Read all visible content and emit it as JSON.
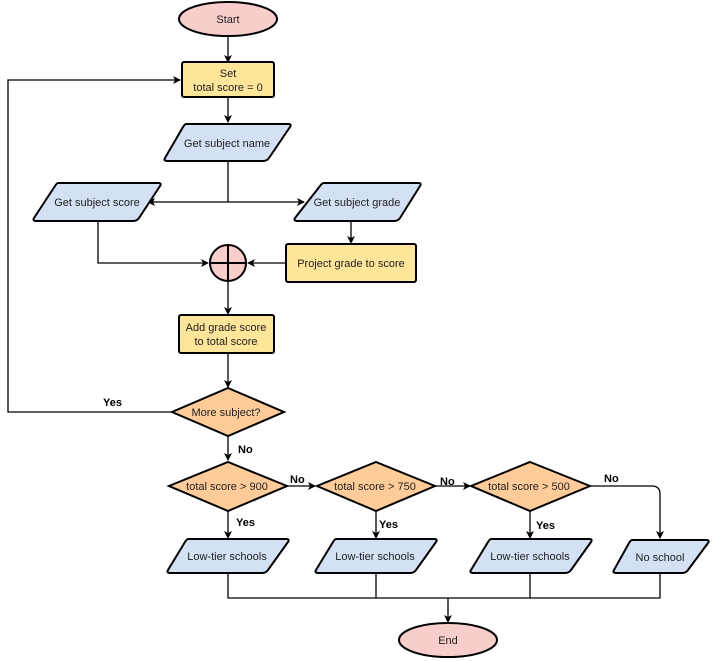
{
  "colors": {
    "terminal": "#f8cecc",
    "process": "#ffe599",
    "io": "#d4e1f5",
    "decision": "#ffcc99",
    "junction": "#f8cecc"
  },
  "nodes": {
    "start": "Start",
    "set_total_line1": "Set",
    "set_total_line2": "total score = 0",
    "get_subject_name": "Get subject name",
    "get_subject_score": "Get subject score",
    "get_subject_grade": "Get subject grade",
    "project_grade": "Project grade to score",
    "add_grade_line1": "Add grade score",
    "add_grade_line2": "to total score",
    "more_subject": "More subject?",
    "decision_900": "total score > 900",
    "decision_750": "total score > 750",
    "decision_500": "total score > 500",
    "out_900": "Low-tier schools",
    "out_750": "Low-tier schools",
    "out_500": "Low-tier schools",
    "out_none": "No school",
    "end": "End"
  },
  "edge_labels": {
    "more_yes": "Yes",
    "more_no": "No",
    "d900_no": "No",
    "d900_yes": "Yes",
    "d750_no": "No",
    "d750_yes": "Yes",
    "d500_no": "No",
    "d500_yes": "Yes"
  }
}
